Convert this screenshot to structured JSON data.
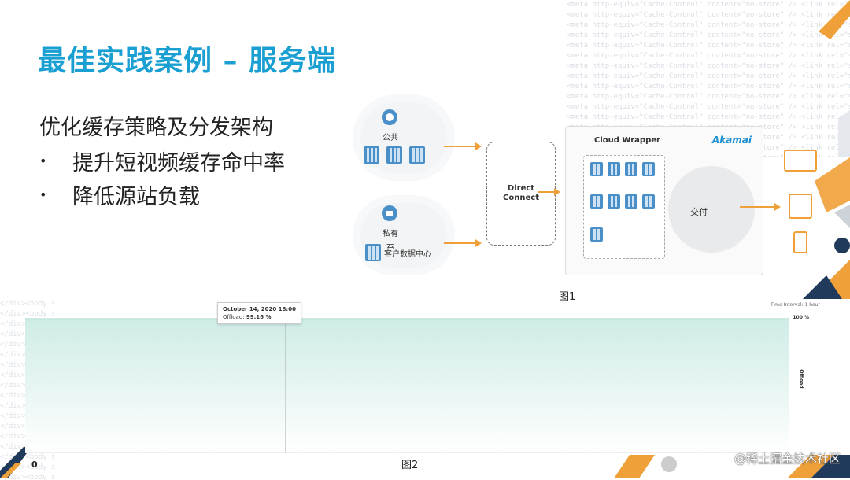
{
  "slide": {
    "title": "最佳实践案例 – 服务端",
    "bullets_head": "优化缓存策略及分发架构",
    "bullets": [
      "提升短视频缓存命中率",
      "降低源站负载"
    ],
    "bullet_marker": "•"
  },
  "diagram": {
    "public_cloud_label": "公共云",
    "private_cloud_label": "私有云",
    "customer_dc_label": "客户数据中心",
    "direct_connect_line1": "Direct",
    "direct_connect_line2": "Connect",
    "cloud_wrapper_title": "Cloud Wrapper",
    "akamai_logo": "Akamai",
    "delivery_label": "交付",
    "figure_label": "图1"
  },
  "chart": {
    "tooltip_date": "October 14, 2020 18:00",
    "tooltip_metric_label": "Offload:",
    "tooltip_metric_value": "99.16 %",
    "time_interval": "Time Interval: 1 hour",
    "y_max_label": "100 %",
    "y_axis_label": "Offload",
    "zero_label": "0",
    "figure_label": "图2"
  },
  "chart_data": {
    "type": "area",
    "title": "",
    "ylabel": "Offload",
    "ylim": [
      0,
      100
    ],
    "x": [],
    "series": [
      {
        "name": "",
        "values": [
          99.16,
          99.16
        ]
      }
    ],
    "highlight": {
      "x": "October 14, 2020 18:00",
      "y": 99.16
    },
    "color": "#7fc6b8"
  },
  "watermark": "@稀土掘金技术社区",
  "colors": {
    "title": "#1a9fd3",
    "accent_orange": "#f0a038",
    "chart_line": "#7fc6b8",
    "navy": "#1f3a5a"
  }
}
